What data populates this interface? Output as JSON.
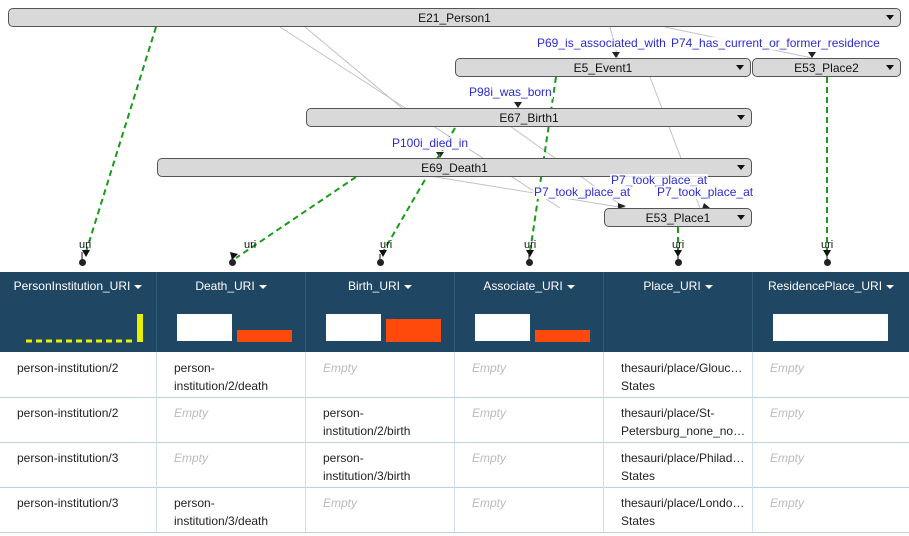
{
  "graph": {
    "nodes": {
      "person1": "E21_Person1",
      "event1": "E5_Event1",
      "place2": "E53_Place2",
      "birth1": "E67_Birth1",
      "death1": "E69_Death1",
      "place1": "E53_Place1"
    },
    "edges": {
      "associated": "P69_is_associated_with",
      "residence": "P74_has_current_or_former_residence",
      "was_born": "P98i_was_born",
      "died_in": "P100i_died_in",
      "took_place_at_1": "P7_took_place_at",
      "took_place_at_2": "P7_took_place_at",
      "took_place_at_3": "P7_took_place_at"
    },
    "uri_label": "uri"
  },
  "table": {
    "columns": [
      "PersonInstitution_URI",
      "Death_URI",
      "Birth_URI",
      "Associate_URI",
      "Place_URI",
      "ResidencePlace_URI"
    ],
    "rows": [
      [
        "person-institution/2",
        "person-institution/2/death",
        "Empty",
        "Empty",
        "thesauri/place/Glouc… States",
        "Empty"
      ],
      [
        "person-institution/2",
        "Empty",
        "person-institution/2/birth",
        "Empty",
        "thesauri/place/St-Petersburg_none_no…",
        "Empty"
      ],
      [
        "person-institution/3",
        "Empty",
        "person-institution/3/birth",
        "Empty",
        "thesauri/place/Philad… States",
        "Empty"
      ],
      [
        "person-institution/3",
        "person-institution/3/death",
        "Empty",
        "Empty",
        "thesauri/place/Londo… States",
        "Empty"
      ]
    ],
    "empty_label": "Empty"
  },
  "colors": {
    "header_bg": "#1f4662",
    "node_fill": "#d9d9d9",
    "edge_label": "#2b2bd6",
    "link_green": "#1a9a1a",
    "bar_orange": "#ff4a0c",
    "bar_yellow": "#e8f000"
  },
  "icons": [
    "dropdown-caret-icon",
    "uri-anchor-dot-icon"
  ]
}
